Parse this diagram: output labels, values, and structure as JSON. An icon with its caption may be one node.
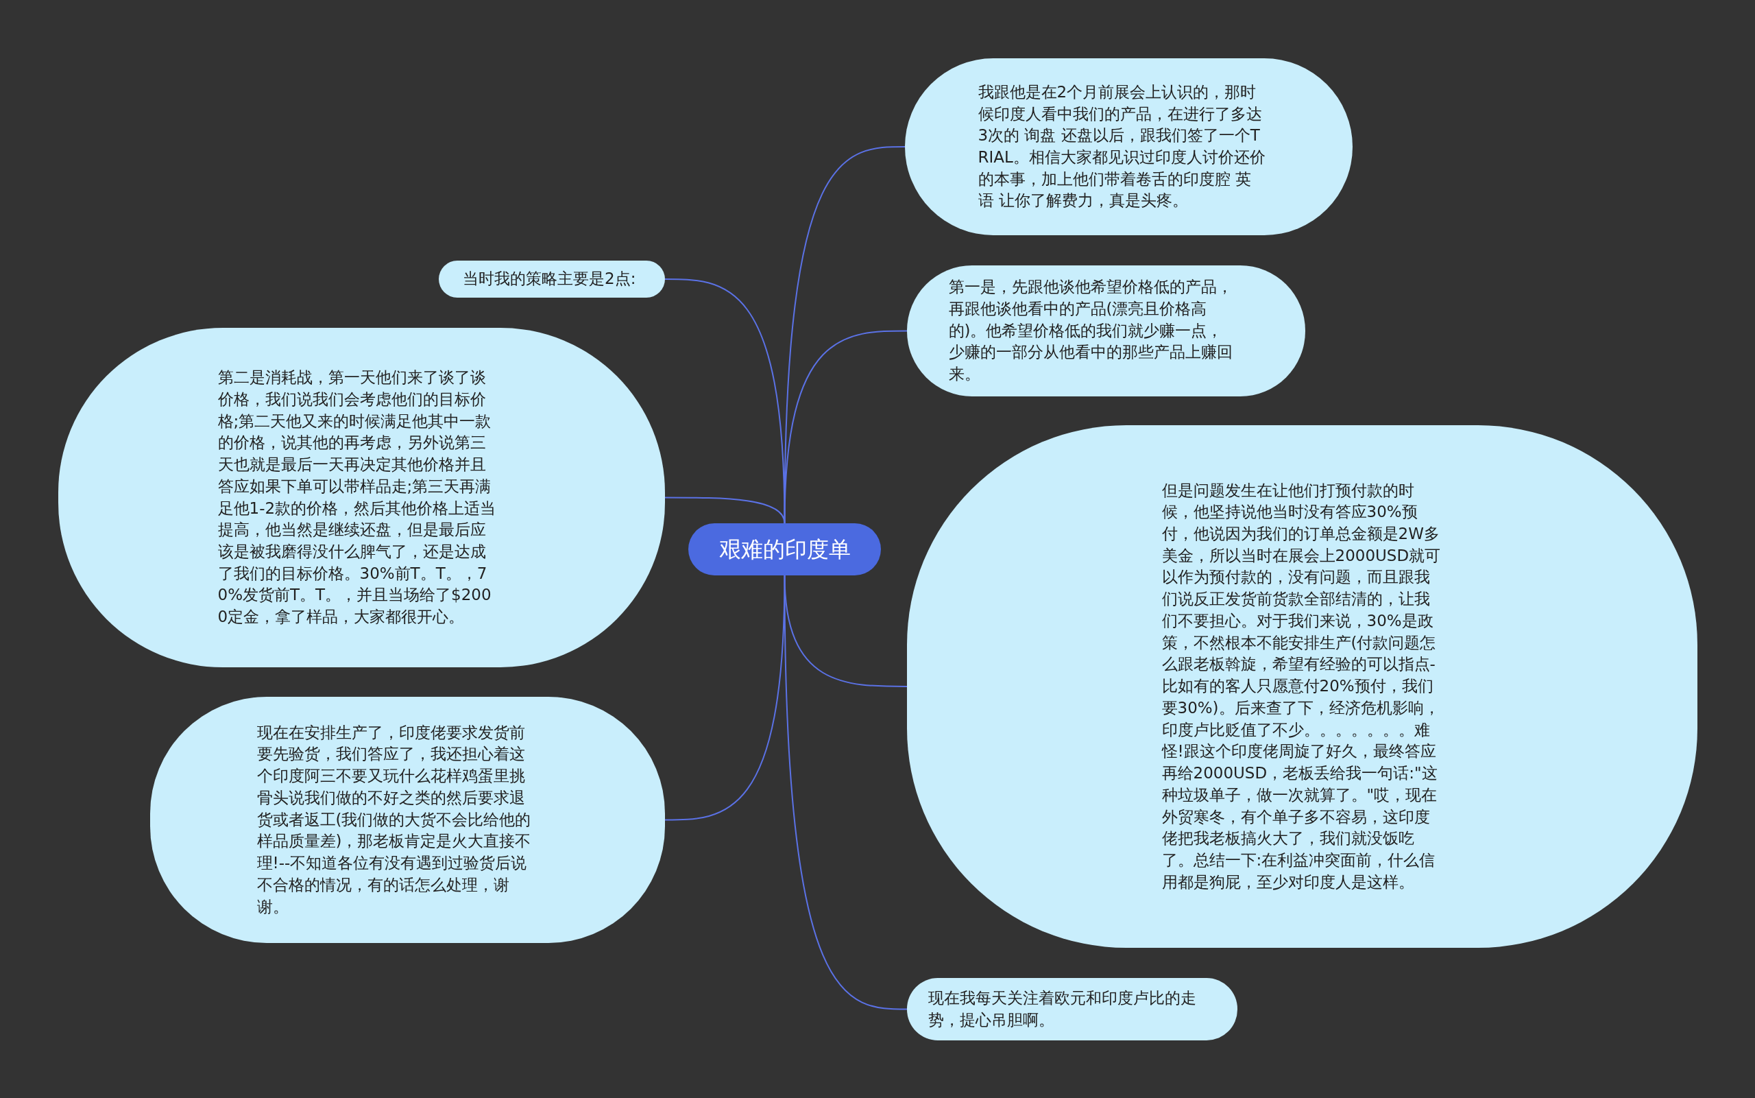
{
  "diagram": {
    "nodes": [
      {
        "text": [
          "艰难的印度单"
        ]
      },
      {
        "text": [
          "当时我的策略主要是2点:"
        ]
      },
      {
        "text": [
          "我跟他是在2个月前展会上认识的，那时候印度人看中我们的产品，在进行了多达3次的 询盘 还盘以后，跟我们签了一个TRIAL。相信大家都见识过印度人讨价还价的本事，加上他们带着卷舌的印度腔 英语 让你了解费力，真是头疼。"
        ]
      },
      {
        "text": [
          "第一是，先跟他谈他希望价格低的产品，再跟他谈他看中的产品(漂亮且价格高的)。他希望价格低的我们就少赚一点，少赚的一部分从他看中的那些产品上赚回来。"
        ]
      },
      {
        "text": [
          "第二是消耗战，第一天他们来了谈了谈价格，我们说我们会考虑他们的目标价格;第二天他又来的时候满足他其中一款的价格，说其他的再考虑，另外说第三天也就是最后一天再决定其他价格并且答应如果下单可以带样品走;第三天再满足他1-2款的价格，然后其他价格上适当提高，他当然是继续还盘，但是最后应该是被我磨得没什么脾气了，还是达成了我们的目标价格。30%前T。T。，70%发货前T。T。，并且当场给了$2000定金，拿了样品，大家都很开心。"
        ]
      },
      {
        "text": [
          "但是问题发生在让他们打预付款的时候，他坚持说他当时没有答应30%预付，他说因为我们的订单总金额是2W多美金，所以当时在展会上2000USD就可以作为预付款的，没有问题，而且跟我们说反正发货前货款全部结清的，让我们不要担心。对于我们来说，30%是政策，不然根本不能安排生产(付款问题怎么跟老板斡旋，希望有经验的可以指点-比如有的客人只愿意付20%预付，我们要30%)。后来查了下，经济危机影响，印度卢比贬值了不少。。。。。。。难怪!跟这个印度佬周旋了好久，最终答应再给2000USD，老板丢给我一句话:\"这种垃圾单子，做一次就算了。\"哎，现在外贸寒冬，有个单子多不容易，这印度佬把我老板搞火大了，我们就没饭吃了。总结一下:在利益冲突面前，什么信用都是狗屁，至少对印度人是这样。"
        ]
      },
      {
        "text": [
          "现在在安排生产了，印度佬要求发货前要先验货，我们答应了，我还担心着这个印度阿三不要又玩什么花样鸡蛋里挑骨头说我们做的不好之类的然后要求退货或者返工(我们做的大货不会比给他的样品质量差)，那老板肯定是火大直接不理!--不知道各位有没有遇到过验货后说不合格的情况，有的话怎么处理，谢谢。"
        ]
      },
      {
        "text": [
          "现在我每天关注着欧元和印度卢比的走势，提心吊胆啊。"
        ]
      }
    ],
    "edges": [
      {
        "from": 0,
        "to": 1,
        "arrow": "none"
      },
      {
        "from": 0,
        "to": 2,
        "arrow": "none"
      },
      {
        "from": 0,
        "to": 3,
        "arrow": "none"
      },
      {
        "from": 0,
        "to": 4,
        "arrow": "none"
      },
      {
        "from": 0,
        "to": 5,
        "arrow": "none"
      },
      {
        "from": 0,
        "to": 6,
        "arrow": "none"
      },
      {
        "from": 0,
        "to": 7,
        "arrow": "none"
      }
    ]
  }
}
